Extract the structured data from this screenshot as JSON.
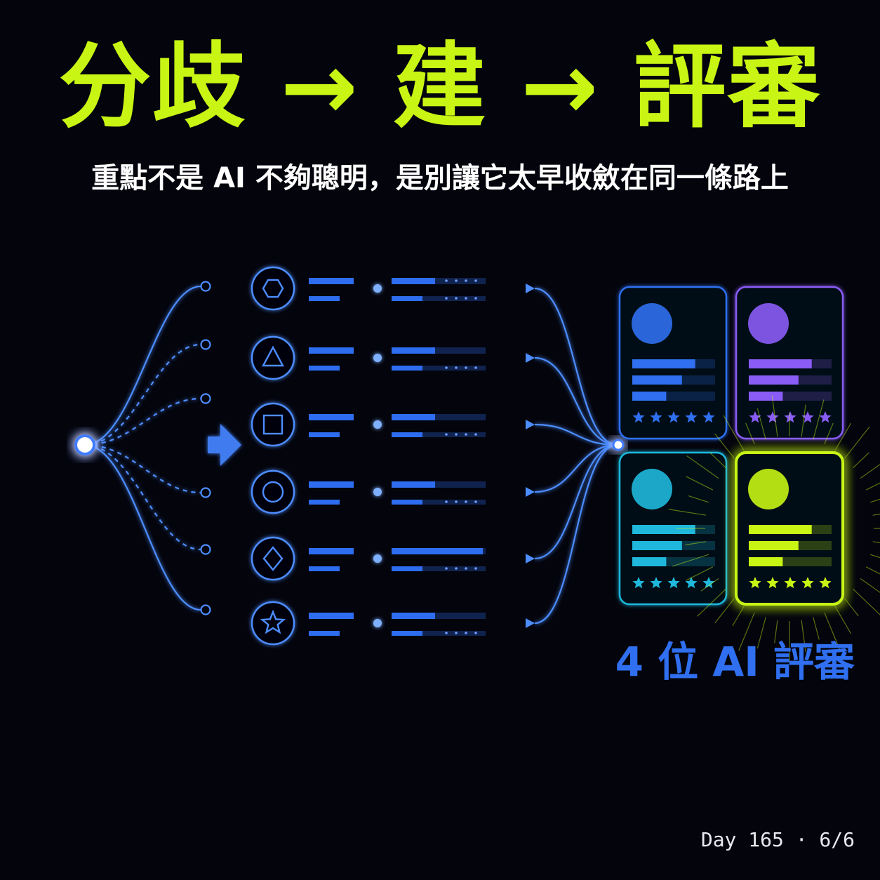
{
  "header": {
    "title": "分歧 → 建 → 評審",
    "subtitle": "重點不是 AI 不夠聰明，是別讓它太早收斂在同一條路上"
  },
  "diagram": {
    "branch_icons": [
      "hexagon-icon",
      "triangle-icon",
      "square-icon",
      "circle-icon",
      "diamond-icon",
      "star-icon"
    ],
    "judge_cards": [
      {
        "name": "blue",
        "accent": "#2f6ff0",
        "stars": 5,
        "bars": [
          0.76,
          0.6,
          0.41
        ],
        "highlighted": false
      },
      {
        "name": "purple",
        "accent": "#8a5cf6",
        "stars": 5,
        "bars": [
          0.76,
          0.6,
          0.41
        ],
        "highlighted": false
      },
      {
        "name": "cyan",
        "accent": "#1fb8dc",
        "stars": 5,
        "bars": [
          0.76,
          0.6,
          0.41
        ],
        "highlighted": false
      },
      {
        "name": "lime",
        "accent": "#c8f514",
        "stars": 5,
        "bars": [
          0.76,
          0.6,
          0.41
        ],
        "highlighted": true
      }
    ],
    "judges_label": "4 位 AI 評審"
  },
  "footer": {
    "page": "Day 165 · 6/6"
  },
  "colors": {
    "background": "#03040c",
    "title": "#c8f514",
    "line": "#4d8dff",
    "bar": "#2e6df0"
  }
}
